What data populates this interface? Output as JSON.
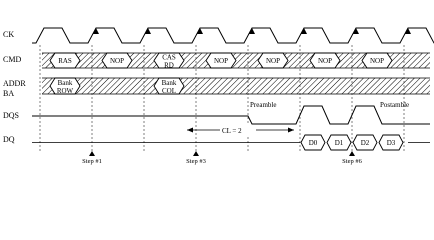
{
  "signals": {
    "ck": "CK",
    "cmd": "CMD",
    "addr_line1": "ADDR",
    "addr_line2": "BA",
    "dqs": "DQS",
    "dq": "DQ"
  },
  "cmd_cells": [
    {
      "l1": "RAS",
      "l2": ""
    },
    {
      "l1": "NOP",
      "l2": ""
    },
    {
      "l1": "CAS",
      "l2": "RD"
    },
    {
      "l1": "NOP",
      "l2": ""
    },
    {
      "l1": "NOP",
      "l2": ""
    },
    {
      "l1": "NOP",
      "l2": ""
    },
    {
      "l1": "NOP",
      "l2": ""
    }
  ],
  "addr_cells": [
    {
      "l1": "Bank",
      "l2": "ROW"
    },
    {
      "l1": "Bank",
      "l2": "COL"
    }
  ],
  "annotations": {
    "preamble_1": "Preamble",
    "preamble_2": "Postamble",
    "cl": "CL = 2"
  },
  "dq_cells": [
    "D0",
    "D1",
    "D2",
    "D3"
  ],
  "steps": [
    "Step #1",
    "Step #3",
    "Step #6"
  ]
}
